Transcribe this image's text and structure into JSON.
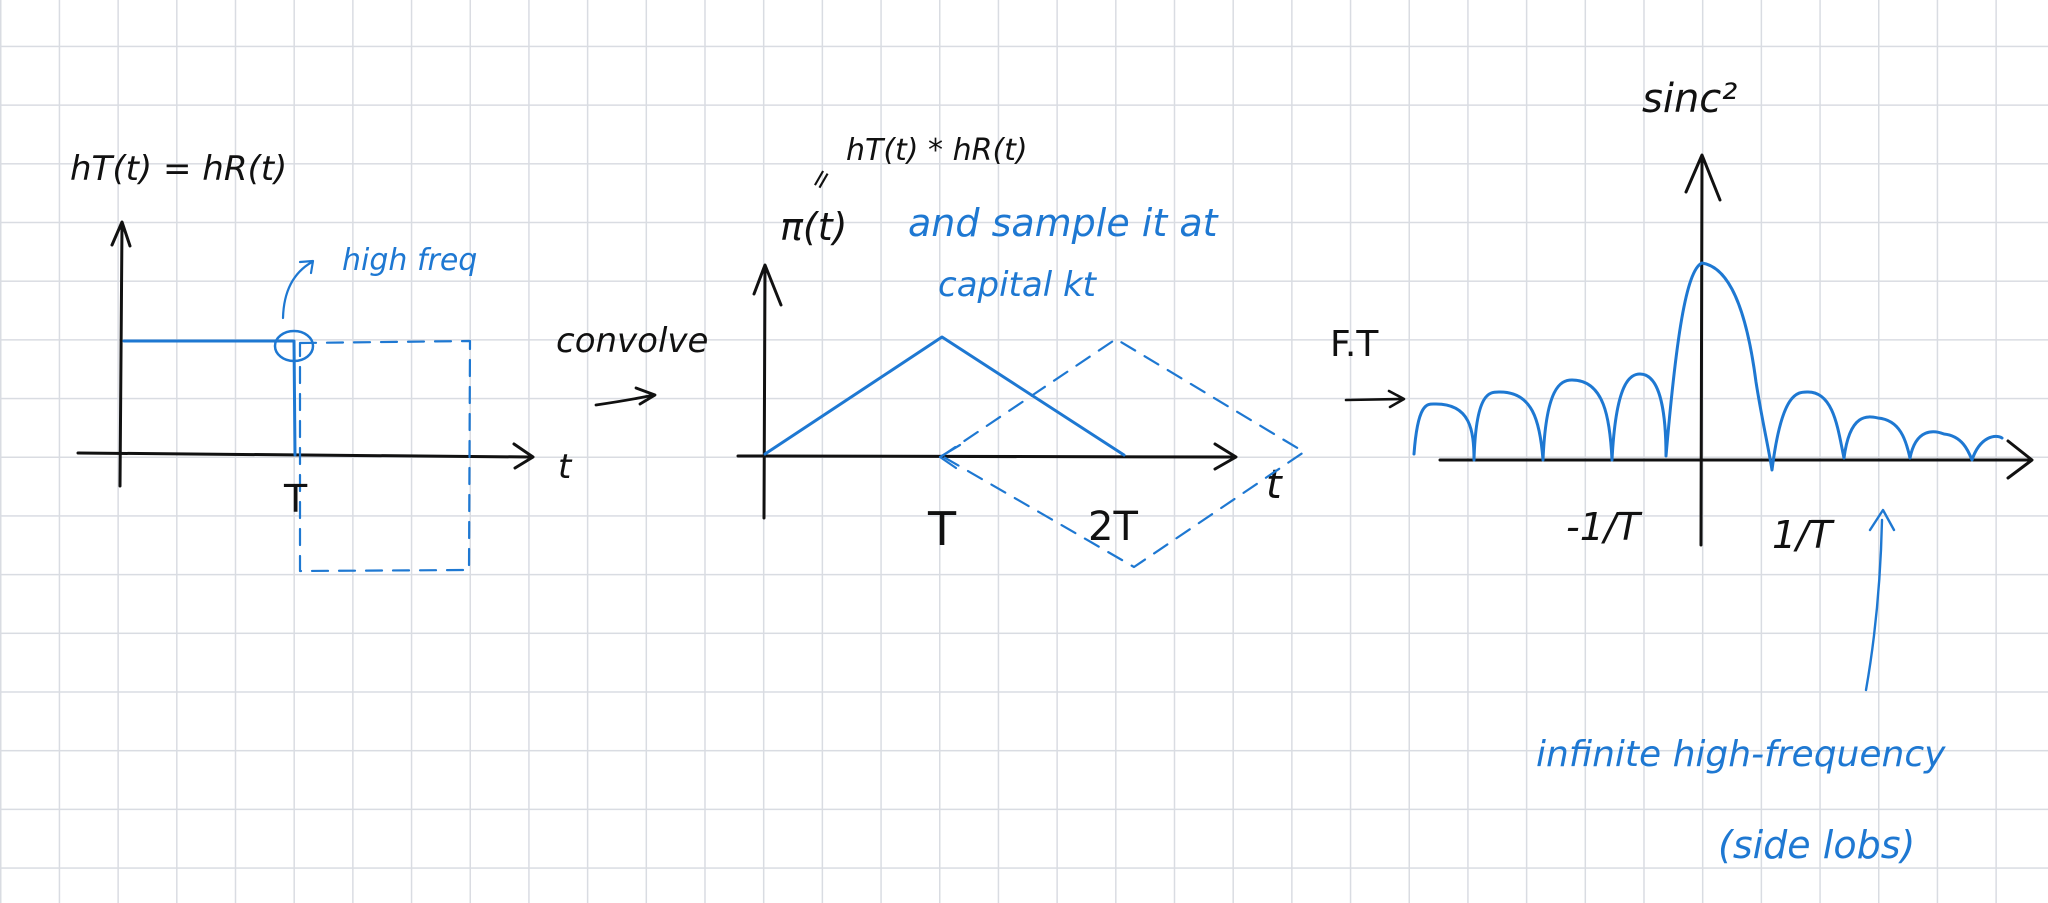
{
  "colors": {
    "black_ink": "#111111",
    "blue_ink": "#1e78d2",
    "grid": "#d9dce2",
    "paper": "#ffffff"
  },
  "panel1": {
    "title": "hT(t) = hR(t)",
    "axis_t": "t",
    "tick_T": "T",
    "annotation": "high freq"
  },
  "operator1": {
    "label": "convolve"
  },
  "panel2": {
    "title_top": "hT(t) * hR(t)",
    "title_equal": "=",
    "title_left": "π(t)",
    "annotation_line1": "and sample it at",
    "annotation_line2": "capital kt",
    "axis_t": "t",
    "tick_T": "T",
    "tick_2T": "2T"
  },
  "operator2": {
    "label": "F.T"
  },
  "panel3": {
    "title": "sinc²",
    "tick_neg": "-1/T",
    "tick_pos": "1/T",
    "annotation_line1": "infinite high-frequency",
    "annotation_line2": "(side lobs)"
  }
}
